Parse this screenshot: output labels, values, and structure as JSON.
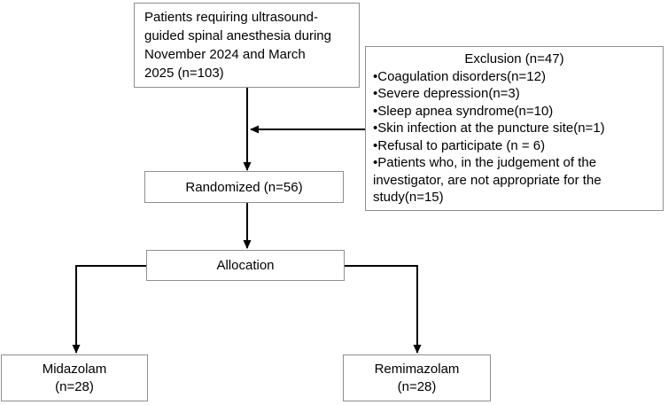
{
  "colors": {
    "box_border": "#8f8f8f",
    "line": "#000000",
    "text": "#000000",
    "bg": "#ffffff"
  },
  "enrollment": {
    "lines": [
      "Patients requiring ultrasound-",
      "guided spinal anesthesia during",
      "November 2024 and March",
      "2025 (n=103)"
    ]
  },
  "exclusion": {
    "title": "Exclusion (n=47)",
    "items": [
      "•Coagulation disorders(n=12)",
      "•Severe depression(n=3)",
      "•Sleep apnea syndrome(n=10)",
      "•Skin infection at the puncture site(n=1)",
      "•Refusal to participate (n = 6)",
      "•Patients who, in the judgement of the investigator, are not appropriate for the study(n=15)"
    ]
  },
  "randomized": {
    "text": "Randomized (n=56)"
  },
  "allocation": {
    "text": "Allocation"
  },
  "arms": [
    {
      "name": "Midazolam",
      "count": "(n=28)"
    },
    {
      "name": "Remimazolam",
      "count": "(n=28)"
    }
  ]
}
